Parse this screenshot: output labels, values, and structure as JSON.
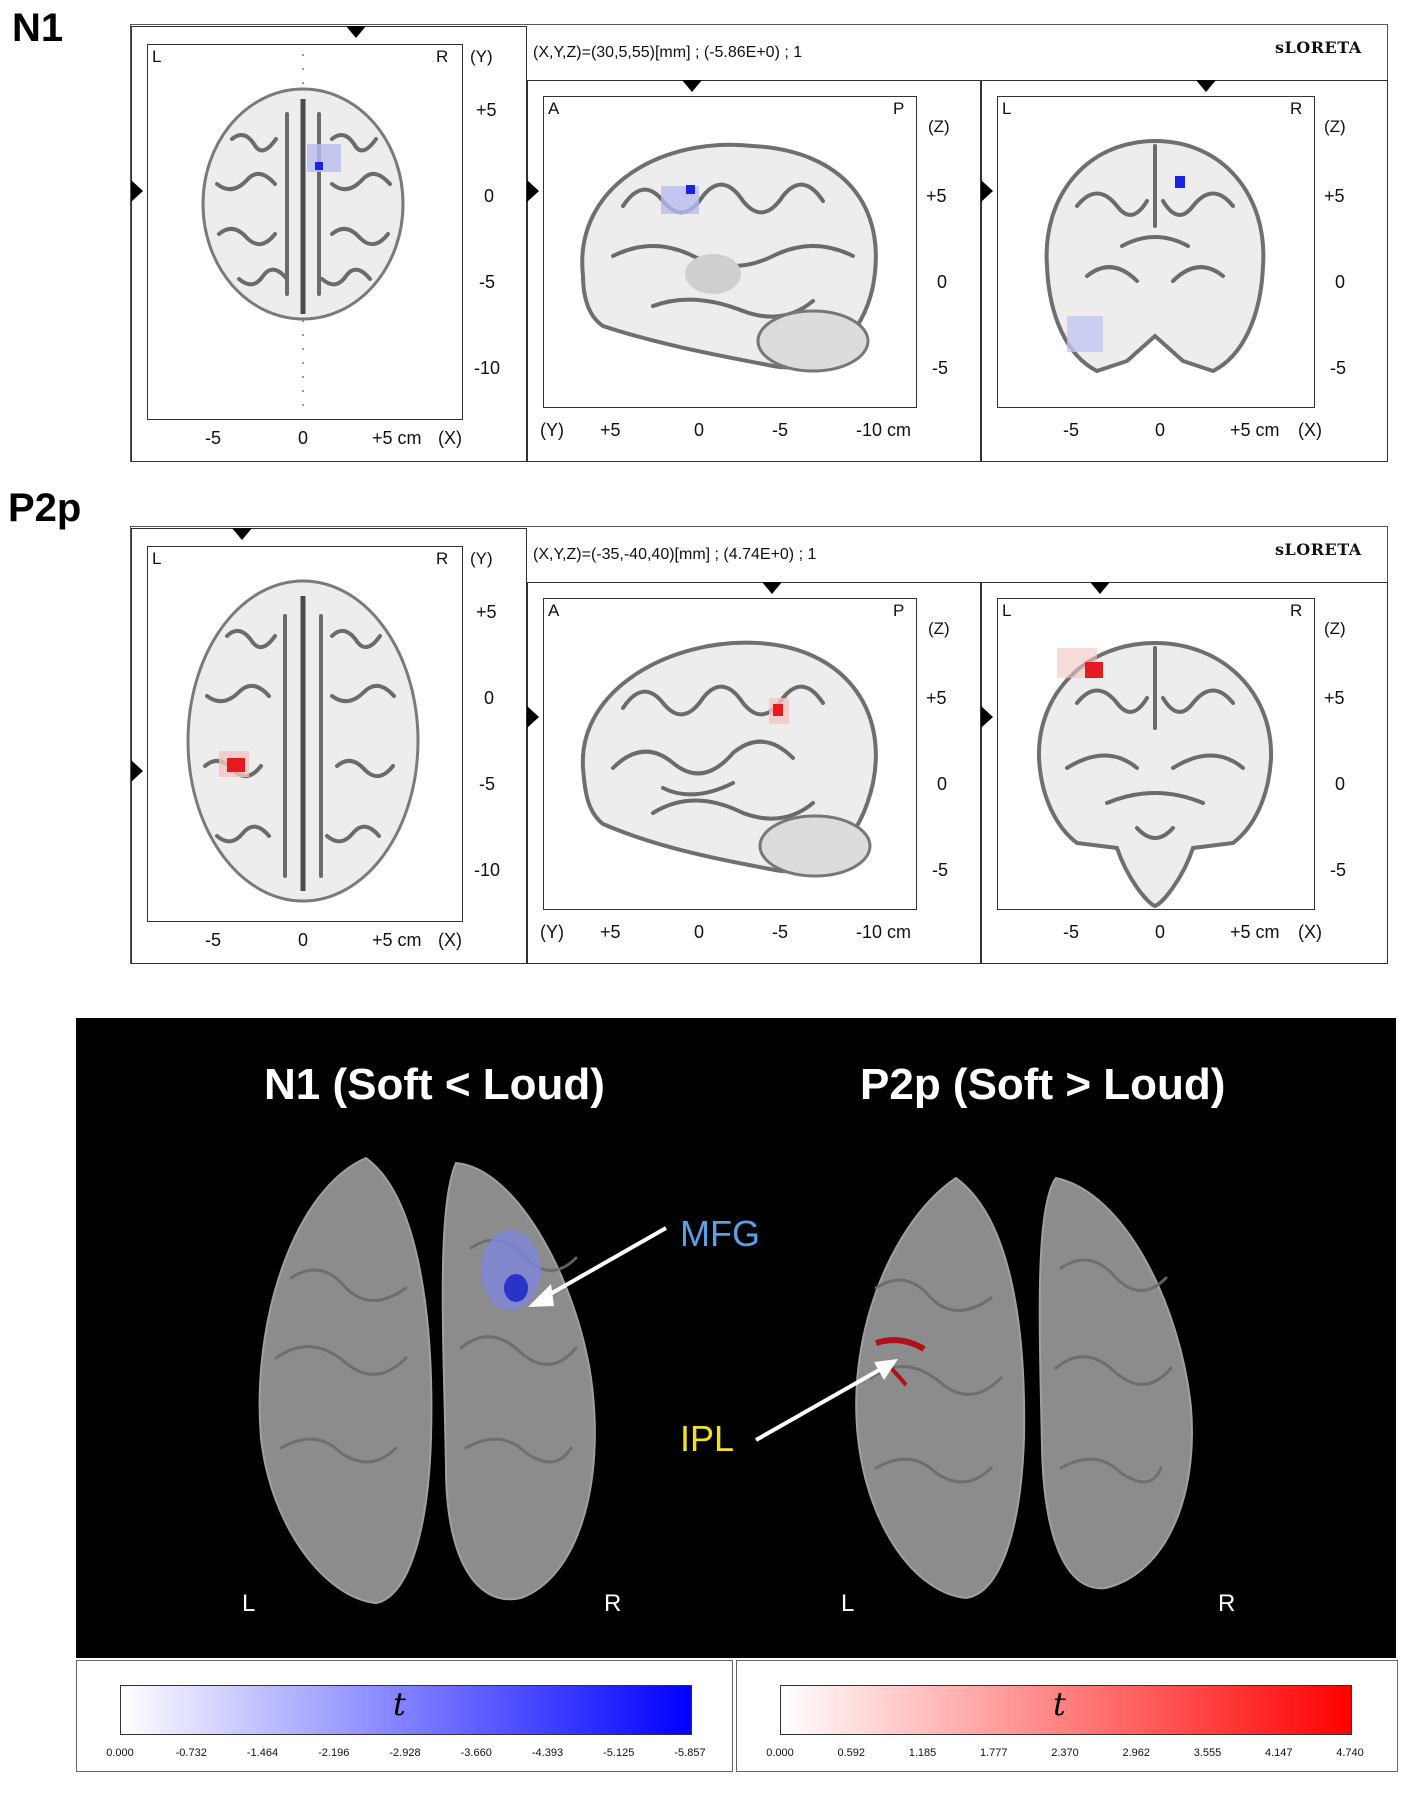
{
  "panels": [
    {
      "heading": "N1",
      "coord_readout": "(X,Y,Z)=(30,5,55)[mm] ; (-5.86E+0) ; 1",
      "method": "sLORETA",
      "axial": {
        "corner_left": "L",
        "corner_right": "R",
        "axis_name": "(Y)",
        "y_ticks": [
          "+5",
          "0",
          "-5",
          "-10"
        ],
        "x_ticks": [
          "-5",
          "0",
          "+5 cm",
          "(X)"
        ]
      },
      "sagittal": {
        "corner_left": "A",
        "corner_right": "P",
        "axis_name": "(Z)",
        "y_ticks": [
          "+5",
          "0",
          "-5"
        ],
        "x_ticks": [
          "(Y)",
          "+5",
          "0",
          "-5",
          "-10 cm"
        ]
      },
      "coronal": {
        "corner_left": "L",
        "corner_right": "R",
        "axis_name": "(Z)",
        "y_ticks": [
          "+5",
          "0",
          "-5"
        ],
        "x_ticks": [
          "-5",
          "0",
          "+5 cm",
          "(X)"
        ]
      },
      "hot_color": "#1a22e6"
    },
    {
      "heading": "P2p",
      "coord_readout": "(X,Y,Z)=(-35,-40,40)[mm] ; (4.74E+0) ; 1",
      "method": "sLORETA",
      "axial": {
        "corner_left": "L",
        "corner_right": "R",
        "axis_name": "(Y)",
        "y_ticks": [
          "+5",
          "0",
          "-5",
          "-10"
        ],
        "x_ticks": [
          "-5",
          "0",
          "+5 cm",
          "(X)"
        ]
      },
      "sagittal": {
        "corner_left": "A",
        "corner_right": "P",
        "axis_name": "(Z)",
        "y_ticks": [
          "+5",
          "0",
          "-5"
        ],
        "x_ticks": [
          "(Y)",
          "+5",
          "0",
          "-5",
          "-10 cm"
        ]
      },
      "coronal": {
        "corner_left": "L",
        "corner_right": "R",
        "axis_name": "(Z)",
        "y_ticks": [
          "+5",
          "0",
          "-5"
        ],
        "x_ticks": [
          "-5",
          "0",
          "+5 cm",
          "(X)"
        ]
      },
      "hot_color": "#e6191e"
    }
  ],
  "render": {
    "left_title": "N1 (Soft < Loud)",
    "right_title": "P2p (Soft > Loud)",
    "left_annotation": "MFG",
    "right_annotation": "IPL",
    "left_annotation_color": "#5aa0e6",
    "right_annotation_color": "#f2e21e",
    "left_L": "L",
    "left_R": "R",
    "right_L": "L",
    "right_R": "R"
  },
  "colorbars": [
    {
      "symbol": "t",
      "color_start": "#ffffff",
      "color_end": "#0000ff",
      "ticks": [
        "0.000",
        "-0.732",
        "-1.464",
        "-2.196",
        "-2.928",
        "-3.660",
        "-4.393",
        "-5.125",
        "-5.857"
      ]
    },
    {
      "symbol": "t",
      "color_start": "#ffffff",
      "color_end": "#ff0000",
      "ticks": [
        "0.000",
        "0.592",
        "1.185",
        "1.777",
        "2.370",
        "2.962",
        "3.555",
        "4.147",
        "4.740"
      ]
    }
  ]
}
